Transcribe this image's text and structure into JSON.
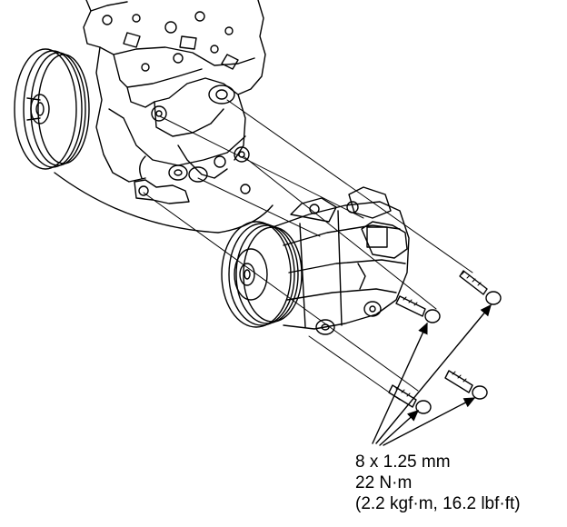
{
  "spec": {
    "bolt_size": "8 x 1.25 mm",
    "torque_nm": "22 N·m",
    "torque_alt": "(2.2 kgf·m, 16.2 lbf·ft)"
  },
  "colors": {
    "line": "#000000",
    "background": "#ffffff"
  }
}
